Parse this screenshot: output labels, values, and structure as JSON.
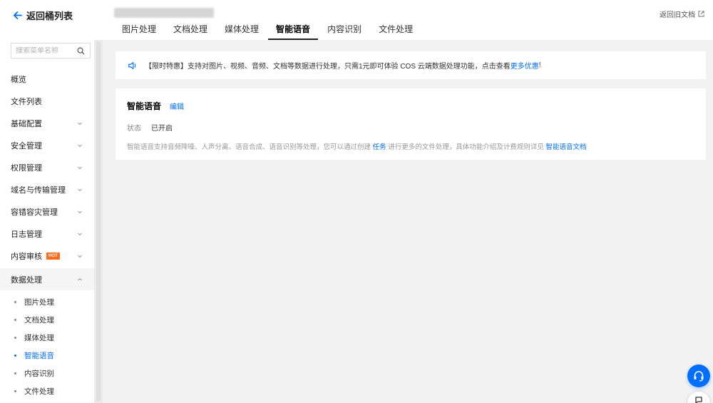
{
  "header": {
    "back_label": "返回桶列表",
    "doc_link": "返回旧文档",
    "tabs": [
      {
        "label": "图片处理",
        "active": false
      },
      {
        "label": "文档处理",
        "active": false
      },
      {
        "label": "媒体处理",
        "active": false
      },
      {
        "label": "智能语音",
        "active": true
      },
      {
        "label": "内容识别",
        "active": false
      },
      {
        "label": "文件处理",
        "active": false
      }
    ]
  },
  "sidebar": {
    "search_placeholder": "搜索菜单名称",
    "items": [
      {
        "label": "概览"
      },
      {
        "label": "文件列表"
      },
      {
        "label": "基础配置"
      },
      {
        "label": "安全管理"
      },
      {
        "label": "权限管理"
      },
      {
        "label": "域名与传输管理"
      },
      {
        "label": "容错容灾管理"
      },
      {
        "label": "日志管理"
      },
      {
        "label": "内容审核",
        "badge": "HOT"
      },
      {
        "label": "数据处理"
      }
    ],
    "subitems": [
      {
        "label": "图片处理"
      },
      {
        "label": "文档处理"
      },
      {
        "label": "媒体处理"
      },
      {
        "label": "智能语音",
        "active": true
      },
      {
        "label": "内容识别"
      },
      {
        "label": "文件处理"
      }
    ]
  },
  "banner": {
    "text": "【限时特惠】支持对图片、视频、音频、文档等数据进行处理，只需1元即可体验 COS 云端数据处理功能，点击查看",
    "link": "更多优惠",
    "suffix": "!"
  },
  "card": {
    "title": "智能语音",
    "edit_label": "编辑",
    "status_key": "状态",
    "status_value": "已开启",
    "desc_pre": "智能语音支持音频降噪、人声分离、语音合成、语音识别等处理，您可以通过创建",
    "desc_link1": "任务",
    "desc_mid": "进行更多的文件处理，具体功能介绍及计费规则详见",
    "desc_link2": "智能语音文档"
  },
  "colors": {
    "accent": "#006eff",
    "hot_badge": "#ff6b1a"
  }
}
